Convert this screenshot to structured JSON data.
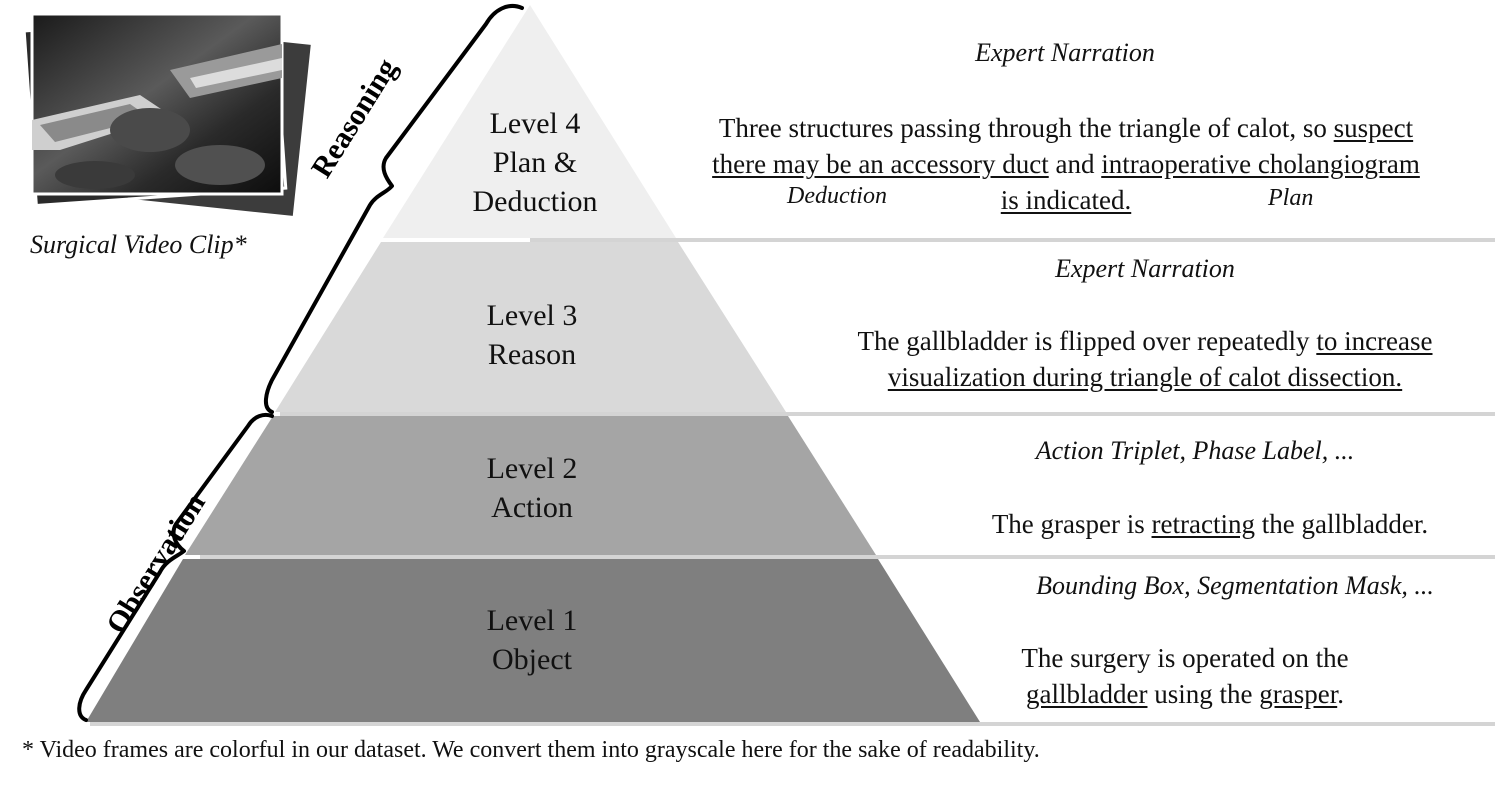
{
  "surgical_clip_caption": "Surgical Video Clip*",
  "side_labels": {
    "reasoning": "Reasoning",
    "observation": "Observation"
  },
  "levels": [
    {
      "level": "Level 4",
      "name_line1": "Plan &",
      "name_line2": "Deduction",
      "caption": "Expert Narration",
      "desc": {
        "l1_a": "Three structures passing through the triangle of calot, so ",
        "l1_u": "suspect",
        "l2_u1": "there may be an accessory duct",
        "l2_b": " and ",
        "l2_u2": "intraoperative cholangiogram",
        "l3_u": "is indicated."
      },
      "annotations": {
        "deduction": "Deduction",
        "plan": "Plan"
      },
      "fill": "#efefef"
    },
    {
      "level": "Level 3",
      "name": "Reason",
      "caption": "Expert Narration",
      "desc": {
        "l1_a": "The gallbladder is flipped over repeatedly ",
        "l1_u": "to increase",
        "l2_u": "visualization during triangle of calot dissection."
      },
      "fill": "#d9d9d9"
    },
    {
      "level": "Level 2",
      "name": "Action",
      "caption": "Action Triplet, Phase Label, ...",
      "desc": {
        "a": "The grasper is ",
        "u": "retracting",
        "b": " the gallbladder."
      },
      "fill": "#a5a5a5"
    },
    {
      "level": "Level 1",
      "name": "Object",
      "caption": "Bounding Box, Segmentation Mask, ...",
      "desc": {
        "l1": "The surgery is operated on the",
        "l2_u1": "gallbladder",
        "l2_b": " using the ",
        "l2_u2": "grasper",
        "l2_c": "."
      },
      "fill": "#7f7f7f"
    }
  ],
  "footnote": "* Video frames are colorful in our dataset. We convert them into grayscale here for the sake of readability."
}
